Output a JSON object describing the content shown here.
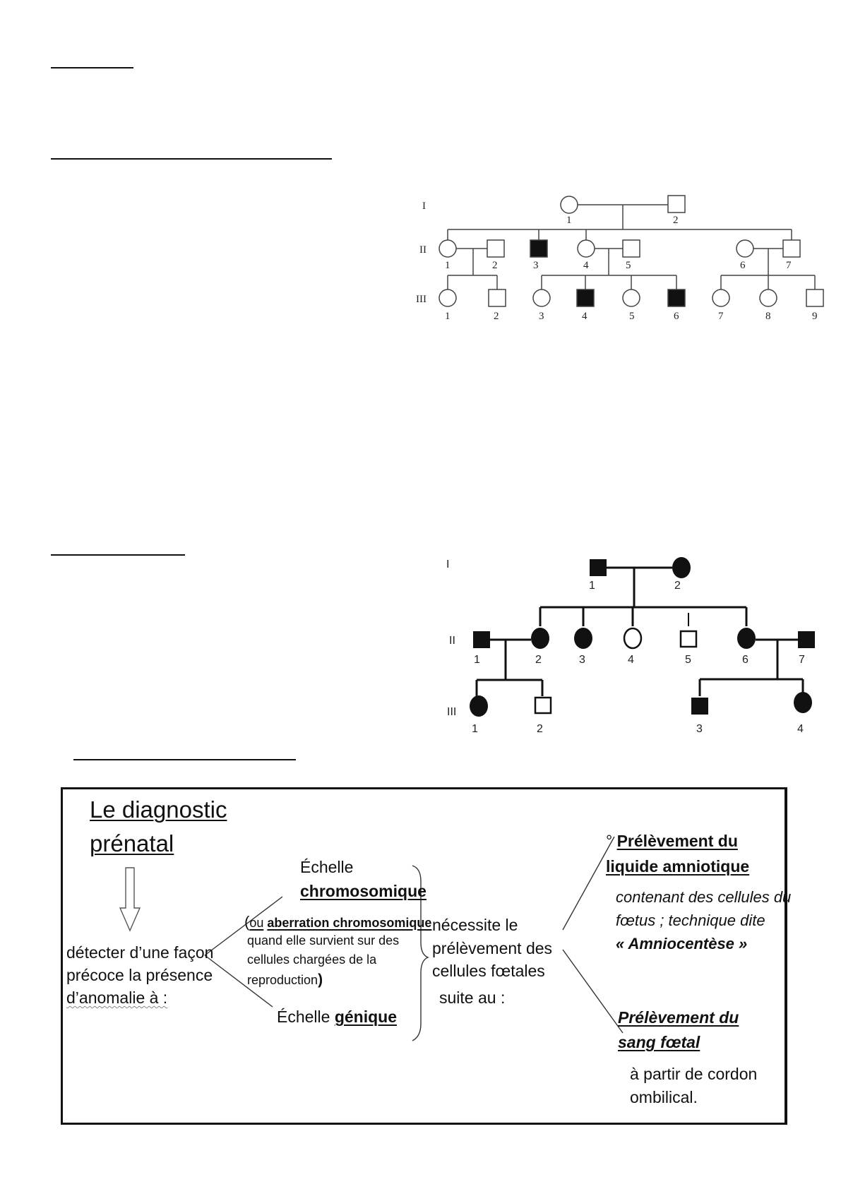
{
  "pedigree1": {
    "generations": [
      "I",
      "II",
      "III"
    ],
    "gen1_numbers": [
      "1",
      "2"
    ],
    "gen2_numbers": [
      "1",
      "2",
      "3",
      "4",
      "5",
      "6",
      "7"
    ],
    "gen3_numbers": [
      "1",
      "2",
      "3",
      "4",
      "5",
      "6",
      "7",
      "8",
      "9"
    ]
  },
  "pedigree2": {
    "generations": [
      "I",
      "II",
      "III"
    ],
    "gen1_numbers": [
      "1",
      "2"
    ],
    "gen2_numbers": [
      "1",
      "2",
      "3",
      "4",
      "5",
      "6",
      "7"
    ],
    "gen3_numbers": [
      "1",
      "2",
      "3",
      "4"
    ]
  },
  "diagram": {
    "title_line1": "Le diagnostic",
    "title_line2": "prénatal",
    "left_text": [
      "détecter d’une façon",
      "précoce la présence",
      "d’anomalie à :"
    ],
    "chromosomal_scale": {
      "line1": "Échelle",
      "line2": "chromosomique"
    },
    "aberration_note": {
      "prefix": "ou",
      "term": "aberration chromosomique",
      "lines": [
        "quand elle survient sur des",
        "cellules chargées de la",
        "reproduction"
      ],
      "close": ")"
    },
    "gene_scale": {
      "word": "Échelle",
      "term": "génique"
    },
    "middle_text": [
      "nécessite le",
      "prélèvement des",
      "cellules fœtales"
    ],
    "middle_suffix": "suite au :",
    "amnio": {
      "bullet": "°",
      "title_line1": "Prélèvement du",
      "title_line2": "liquide amniotique",
      "desc": [
        "contenant des cellules du",
        "fœtus ; technique  dite",
        "« Amniocentèse »"
      ]
    },
    "blood": {
      "title_line1": "Prélèvement du",
      "title_line2": "sang fœtal",
      "desc": [
        "à partir de cordon",
        "ombilical."
      ]
    }
  }
}
